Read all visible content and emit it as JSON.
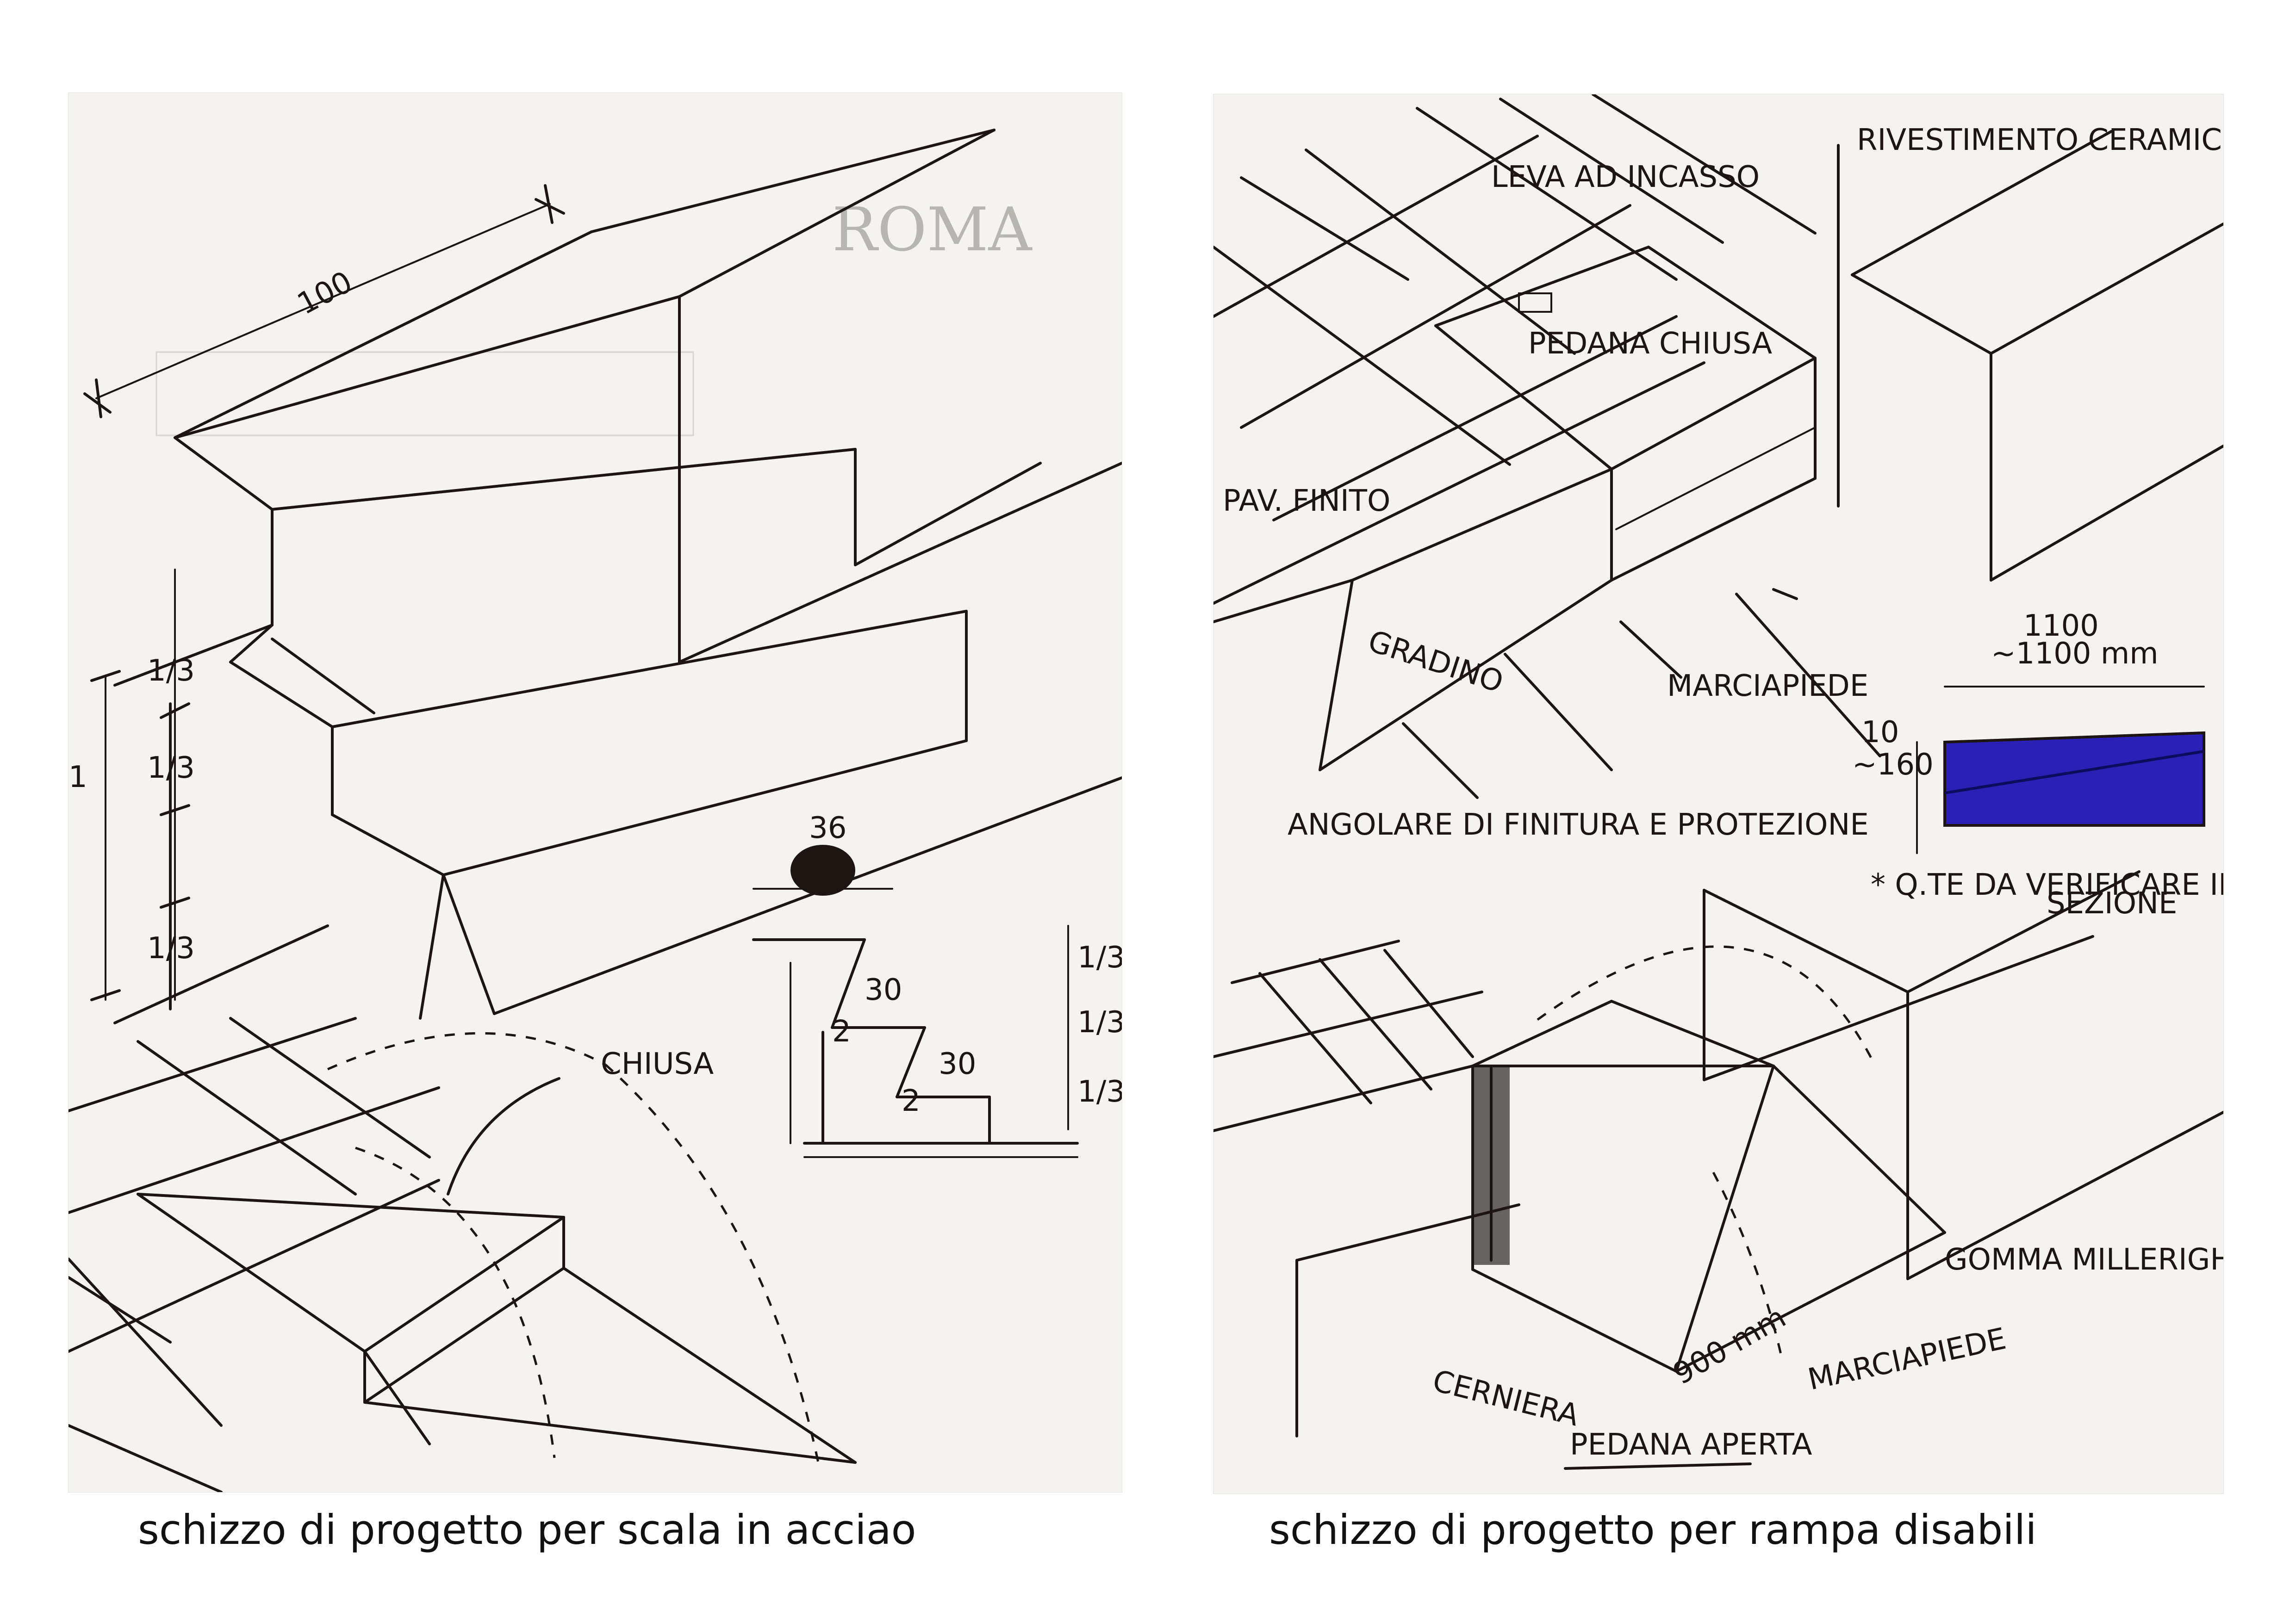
{
  "captions": {
    "left": "schizzo di progetto per scala in acciao",
    "right": "schizzo di progetto per rampa disabili"
  },
  "left_sketch": {
    "labels": {
      "width": "100",
      "third_a": "1/3",
      "third_b": "1/3",
      "third_c": "1/3",
      "height": "1",
      "detail_width": "36",
      "closed": "CHIUSA",
      "tread_a": "30",
      "tread_b": "30",
      "gap_a": "2",
      "gap_b": "2",
      "detail_third_a": "1/3",
      "detail_third_b": "1/3",
      "detail_third_c": "1/3"
    },
    "background_print": "ROMA"
  },
  "right_sketch": {
    "labels": {
      "lever": "LEVA AD INCASSO",
      "cladding": "RIVESTIMENTO CERAMICO",
      "closed_platform": "PEDANA CHIUSA",
      "floor": "PAV. FINITO",
      "step": "GRADINO",
      "angle": "ANGOLARE DI FINITURA E PROTEZIONE",
      "sidewalk_a": "MARCIAPIEDE",
      "dim_width": "1100",
      "dim_width_mm": "~1100 mm",
      "dim_height": "~160",
      "dim_height_small": "10",
      "note": "* Q.TE DA VERIFICARE IN CANTIERE",
      "section": "SEZIONE",
      "rubber": "GOMMA MILLERIGHE NERA",
      "hinge": "CERNIERA",
      "ramp_length": "900 mm",
      "sidewalk_b": "MARCIAPIEDE",
      "open_platform": "PEDANA APERTA"
    }
  },
  "colors": {
    "ink": "#1c1512",
    "marker_blue": "#2b1fb5",
    "paper": "#f4f3ef"
  }
}
